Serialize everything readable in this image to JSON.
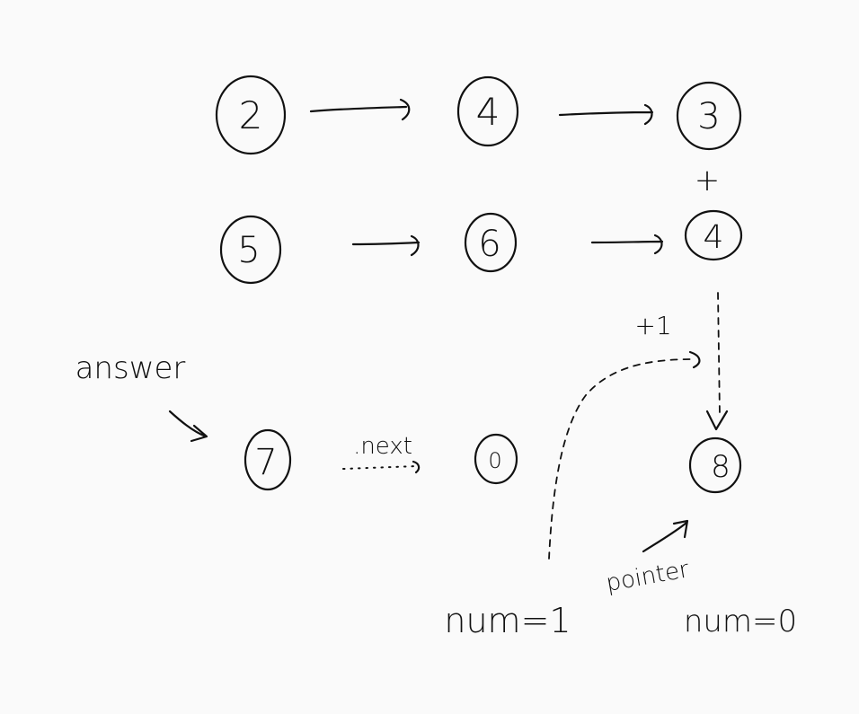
{
  "list1": [
    "2",
    "4",
    "3"
  ],
  "list2": [
    "5",
    "6",
    "4"
  ],
  "answer_list": [
    "7",
    "0",
    "8"
  ],
  "labels": {
    "plus": "+",
    "plus_one": "+1",
    "answer": "answer",
    "next": ".next",
    "pointer": "pointer",
    "num_left": "num=1",
    "num_right": "num=0"
  }
}
